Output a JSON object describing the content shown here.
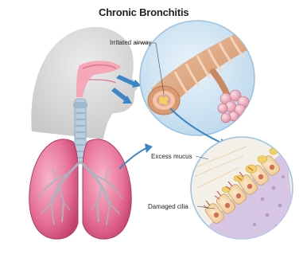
{
  "title": "Chronic Bronchitis",
  "labels": {
    "irritated_airway": "Irritated airway",
    "excess_mucus": "Excess mucus",
    "damaged_cilia": "Damaged cilia"
  },
  "colors": {
    "head": "#d8d8d8",
    "lung": "#e8749a",
    "trachea": "#b9cfe0",
    "airway": "#d8a07a",
    "alveoli": "#f2b7c5",
    "mucus": "#f1d166",
    "arrow": "#3c86c8"
  }
}
